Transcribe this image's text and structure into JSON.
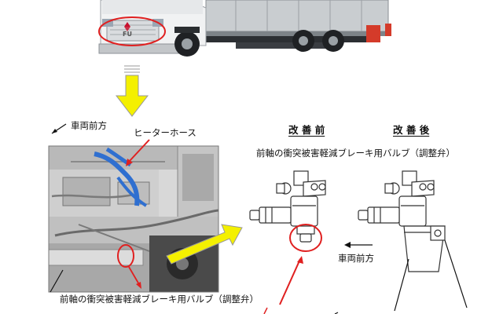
{
  "labels": {
    "vehicle_front_left": "車両前方",
    "heater_hose": "ヒーターホース",
    "before_improvement": "改 善 前",
    "after_improvement": "改 善 後",
    "valve_top": "前軸の衝突被害軽減ブレーキ用バルブ（調整弁）",
    "vehicle_front_right": "車両前方",
    "valve_bottom": "前軸の衝突被害軽減ブレーキ用バルブ（調整弁）",
    "grille_badge": "FU"
  },
  "colors": {
    "callout_red": "#e02020",
    "arrow_fill": "#f4f000",
    "arrow_stroke": "#999999",
    "hose_blue": "#2f6fd0",
    "line_art": "#333333"
  },
  "icons": {
    "down_arrow": "big-down-arrow-icon",
    "right_arrow": "big-right-arrow-icon"
  }
}
